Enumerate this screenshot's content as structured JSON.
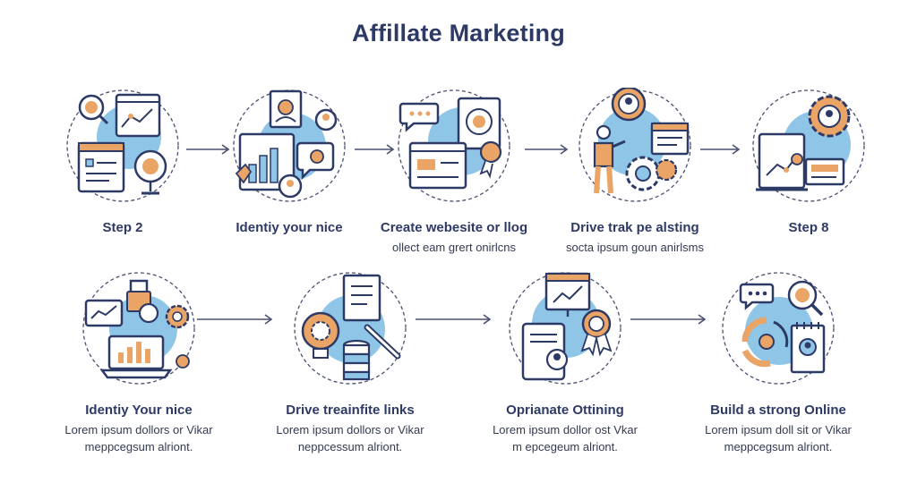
{
  "title": "Affillate Marketing",
  "colors": {
    "navy": "#2e3a66",
    "blue": "#8fc6e8",
    "orange": "#e9a466",
    "dash": "#4a5070"
  },
  "steps": [
    {
      "label": "Step 2",
      "desc": [],
      "icons": [
        "magnifier-icon",
        "analytics-screen-icon",
        "dashboard-panel-icon",
        "info-lamp-icon"
      ]
    },
    {
      "label": "Identiy your nice",
      "desc": [],
      "icons": [
        "profile-document-icon",
        "chart-screen-icon",
        "gear-bubble-icon",
        "user-badge-icon"
      ]
    },
    {
      "label": "Create webesite or llog",
      "desc": [
        "ollect eam grert onirlcns"
      ],
      "icons": [
        "chat-bubble-icon",
        "target-document-icon",
        "browser-window-icon",
        "award-ribbon-icon"
      ]
    },
    {
      "label": "Drive trak pe alsting",
      "desc": [
        "socta ipsum goun anirlsms"
      ],
      "icons": [
        "user-gear-icon",
        "worker-icon",
        "gears-icon",
        "report-card-icon"
      ]
    },
    {
      "label": "Step 8",
      "desc": [],
      "icons": [
        "gear-user-icon",
        "monitor-icon",
        "message-card-icon"
      ]
    },
    {
      "label": "Identiy Your nice",
      "desc": [
        "Lorem ipsum dollors or Vikar",
        "meppcegsum alriont."
      ],
      "icons": [
        "line-chart-bubble-icon",
        "lock-icon",
        "laptop-chart-icon",
        "gear-icon"
      ]
    },
    {
      "label": "Drive treainfite links",
      "desc": [
        "Lorem ipsum dollors or Vikar",
        "neppcessum alriont."
      ],
      "icons": [
        "document-icon",
        "lightbulb-gear-icon",
        "wrench-icon",
        "coin-stack-icon"
      ]
    },
    {
      "label": "Oprianate Ottining",
      "desc": [
        "Lorem ipsum dollor ost Vkar",
        "m epcegeum alriont."
      ],
      "icons": [
        "presentation-board-icon",
        "tablet-icon",
        "medal-user-icon"
      ]
    },
    {
      "label": "Build a strong Online",
      "desc": [
        "Lorem ipsum doll sit or Vikar",
        "meppcegsum alriont."
      ],
      "icons": [
        "speech-bubble-icon",
        "magnifier-icon",
        "cycle-arrows-icon",
        "notebook-user-icon"
      ]
    }
  ]
}
